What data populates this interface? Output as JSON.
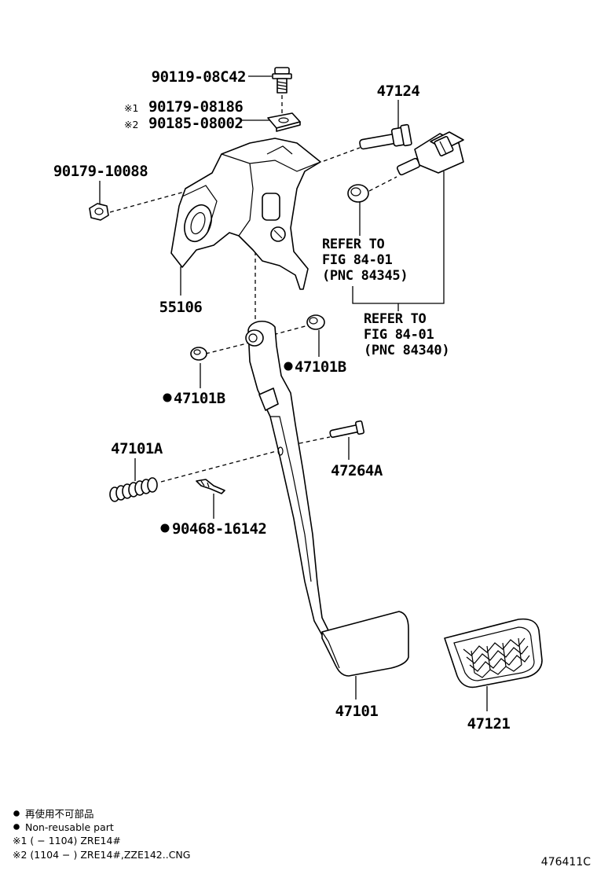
{
  "parts": {
    "bolt_top": "90119-08C42",
    "washer_1": "90179-08186",
    "washer_1_mark": "※1",
    "washer_2": "90185-08002",
    "washer_2_mark": "※2",
    "shaft_bolt": "47124",
    "nut_left": "90179-10088",
    "bracket": "55106",
    "bushing_right": "47101B",
    "bushing_left": "47101B",
    "spring": "47101A",
    "pin": "47264A",
    "clip": "90468-16142",
    "pedal_arm": "47101",
    "pedal_pad": "47121"
  },
  "references": {
    "switch": [
      "REFER TO",
      "FIG 84-01",
      "(PNC 84345)"
    ],
    "sensor": [
      "REFER TO",
      "FIG 84-01",
      "(PNC 84340)"
    ]
  },
  "legend": {
    "non_reusable_jp": "再使用不可部品",
    "non_reusable_en": "Non-reusable part",
    "note1": "※1 (        − 1104) ZRE14#",
    "note2": "※2 (1104 −        ) ZRE14#,ZZE142..CNG"
  },
  "figure_code": "476411C"
}
